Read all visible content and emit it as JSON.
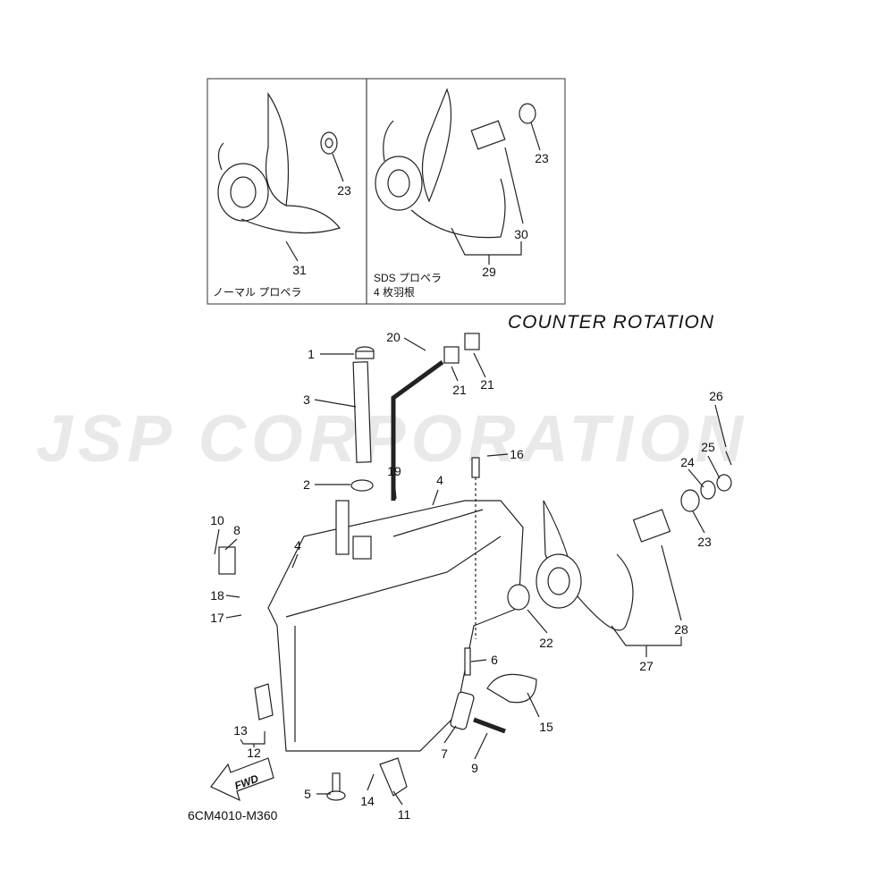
{
  "title": "COUNTER ROTATION",
  "diagram_code": "6CM4010-M360",
  "watermark": "JSP CORPORATION",
  "fwd_label": "FWD",
  "inset": {
    "left_caption": "ノーマル プロペラ",
    "right_caption_1": "SDS プロペラ",
    "right_caption_2": "4 枚羽根",
    "callouts": [
      "23",
      "31",
      "23",
      "30",
      "29"
    ]
  },
  "callouts": [
    "1",
    "20",
    "21",
    "21",
    "3",
    "26",
    "16",
    "25",
    "24",
    "2",
    "19",
    "4",
    "10",
    "8",
    "4",
    "23",
    "18",
    "17",
    "28",
    "22",
    "6",
    "27",
    "15",
    "13",
    "12",
    "7",
    "9",
    "5",
    "14",
    "11"
  ]
}
